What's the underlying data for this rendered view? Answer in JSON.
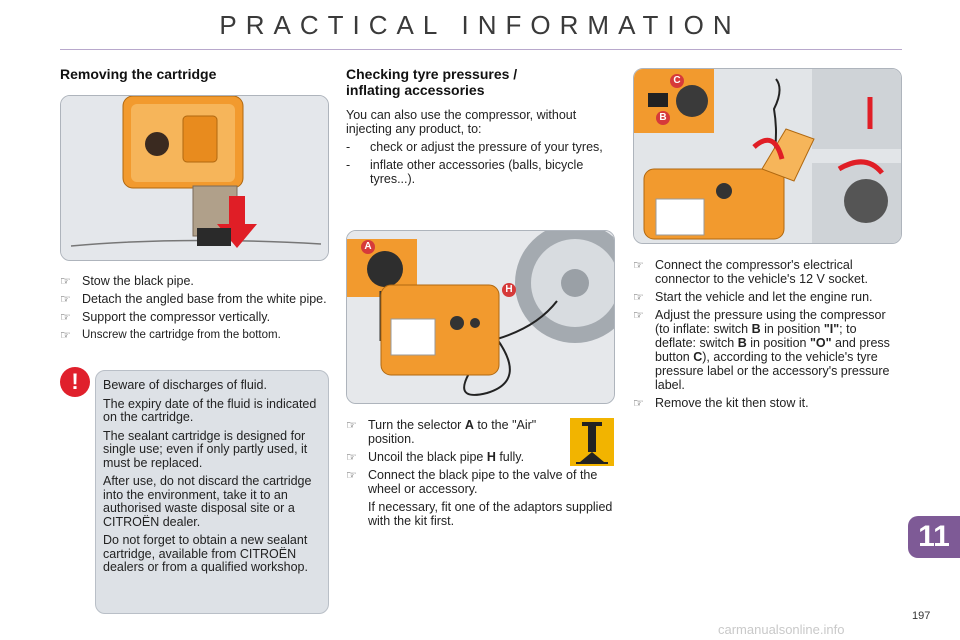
{
  "header": {
    "title": "PRACTICAL INFORMATION"
  },
  "left": {
    "title": "Removing the cartridge",
    "bullets": [
      "Stow the black pipe.",
      "Detach the angled base from the white pipe.",
      "Support the compressor vertically.",
      "Unscrew the cartridge from the bottom."
    ]
  },
  "warning": {
    "paragraphs": [
      "Beware of discharges of fluid.",
      "The expiry date of the fluid is indicated on the cartridge.",
      "The sealant cartridge is designed for single use; even if only partly used, it must be replaced.",
      "After use, do not discard the cartridge into the environment, take it to an authorised waste disposal site or a CITROËN dealer.",
      "Do not forget to obtain a new sealant cartridge, available from CITROËN dealers or from a qualified workshop."
    ]
  },
  "middle": {
    "title_line1": "Checking tyre pressures /",
    "title_line2": "inflating accessories",
    "intro": "You can also use the compressor, without injecting any product, to:",
    "dash_items": [
      "check or adjust the pressure of your tyres,",
      "inflate other accessories (balls, bicycle tyres...)."
    ],
    "steps": {
      "s1_pre": "Turn the selector ",
      "s1_bold": "A",
      "s1_post": " to the \"Air\" position.",
      "s2_pre": "Uncoil the black pipe ",
      "s2_bold": "H",
      "s2_post": " fully.",
      "s3": "Connect the black pipe to the valve of the wheel or accessory.",
      "s3_note": "If necessary, fit one of the adaptors supplied with the kit first."
    }
  },
  "right": {
    "b1": "Connect the compressor's electrical connector to the vehicle's 12 V socket.",
    "b2": "Start the vehicle and let the engine run.",
    "b3_a": "Adjust the pressure using the compressor (to inflate: switch ",
    "b3_B1": "B",
    "b3_b": " in position ",
    "b3_I": "\"I\"",
    "b3_c": "; to deflate: switch ",
    "b3_B2": "B",
    "b3_d": " in position ",
    "b3_O": "\"O\"",
    "b3_e": " and press button ",
    "b3_C": "C",
    "b3_f": "), according to the vehicle's tyre pressure label or the accessory's pressure label.",
    "b4": "Remove the kit then stow it."
  },
  "callouts": {
    "a": "A",
    "h": "H",
    "b": "B",
    "c": "C"
  },
  "warning_icon": "!",
  "chapter": "11",
  "page": "197",
  "watermark": "carmanualsonline.info",
  "icons": {
    "bullet": "pointing-hand-icon",
    "warning": "exclamation-icon",
    "jack": "jack-icon"
  },
  "colors": {
    "accent": "#7e5a96",
    "warning": "#e0202c",
    "compressor": "#f29a2e",
    "callout": "#d63a3a"
  }
}
